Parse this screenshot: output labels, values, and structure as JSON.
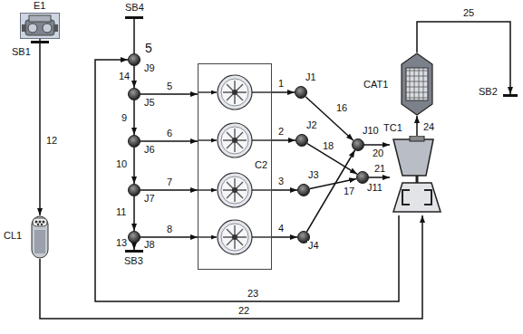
{
  "diagram": {
    "nodes": [
      {
        "text": [
          "E1"
        ]
      },
      {
        "text": [
          "SB1"
        ]
      },
      {
        "text": [
          "CL1"
        ]
      },
      {
        "text": [
          "SB4"
        ]
      },
      {
        "text": [
          "J9"
        ]
      },
      {
        "text": [
          "J5"
        ]
      },
      {
        "text": [
          "J6"
        ]
      },
      {
        "text": [
          "J7"
        ]
      },
      {
        "text": [
          "J8"
        ]
      },
      {
        "text": [
          "SB3"
        ]
      },
      {
        "text": [
          "C2"
        ]
      },
      {
        "text": [
          "J1"
        ]
      },
      {
        "text": [
          "J2"
        ]
      },
      {
        "text": [
          "J3"
        ]
      },
      {
        "text": [
          "J4"
        ]
      },
      {
        "text": [
          "J10"
        ]
      },
      {
        "text": [
          "J11"
        ]
      },
      {
        "text": [
          "TC1"
        ]
      },
      {
        "text": [
          "CAT1"
        ]
      },
      {
        "text": [
          "SB2"
        ]
      }
    ],
    "edges": [
      {
        "from": 0,
        "to": 1,
        "arrow": "none"
      },
      {
        "from": 1,
        "to": 2,
        "label": "12",
        "arrow": "to"
      },
      {
        "from": 2,
        "to": 17,
        "label": "22",
        "arrow": "to"
      },
      {
        "from": 17,
        "to": 4,
        "label": "23",
        "arrow": "to"
      },
      {
        "from": 3,
        "to": 4,
        "arrow": "none"
      },
      {
        "from": 4,
        "to": 5,
        "label": "14",
        "arrow": "to"
      },
      {
        "from": 5,
        "to": 6,
        "label": "9",
        "arrow": "to"
      },
      {
        "from": 6,
        "to": 7,
        "label": "10",
        "arrow": "to"
      },
      {
        "from": 7,
        "to": 8,
        "label": "11",
        "arrow": "to"
      },
      {
        "from": 8,
        "to": 9,
        "label": "13",
        "arrow": "to"
      },
      {
        "from": 5,
        "to": 10,
        "label": "5",
        "arrow": "to"
      },
      {
        "from": 6,
        "to": 10,
        "label": "6",
        "arrow": "to"
      },
      {
        "from": 7,
        "to": 10,
        "label": "7",
        "arrow": "to"
      },
      {
        "from": 8,
        "to": 10,
        "label": "8",
        "arrow": "to"
      },
      {
        "from": 10,
        "to": 11,
        "label": "1",
        "arrow": "to"
      },
      {
        "from": 10,
        "to": 12,
        "label": "2",
        "arrow": "to"
      },
      {
        "from": 10,
        "to": 13,
        "label": "3",
        "arrow": "to"
      },
      {
        "from": 10,
        "to": 14,
        "label": "4",
        "arrow": "to"
      },
      {
        "from": 11,
        "to": 15,
        "label": "16",
        "arrow": "to"
      },
      {
        "from": 14,
        "to": 15,
        "arrow": "to"
      },
      {
        "from": 12,
        "to": 16,
        "label": "18",
        "arrow": "to"
      },
      {
        "from": 13,
        "to": 16,
        "label": "17",
        "arrow": "to"
      },
      {
        "from": 15,
        "to": 17,
        "label": "20",
        "arrow": "to"
      },
      {
        "from": 16,
        "to": 17,
        "label": "21",
        "arrow": "to"
      },
      {
        "from": 17,
        "to": 18,
        "label": "24",
        "arrow": "to"
      },
      {
        "from": 18,
        "to": 19,
        "label": "25",
        "arrow": "to"
      }
    ],
    "labels": [
      "5"
    ]
  }
}
